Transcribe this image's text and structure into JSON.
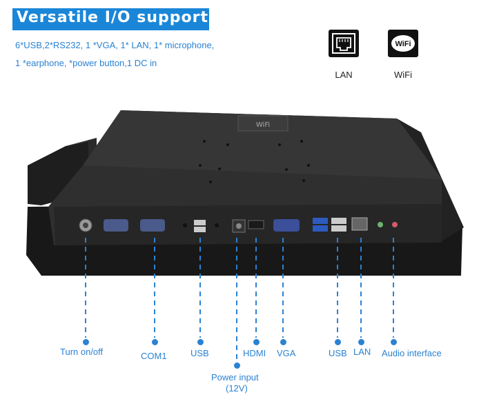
{
  "header": {
    "title": "Versatile I/O support",
    "desc_line1": "6*USB,2*RS232, 1 *VGA, 1* LAN, 1* microphone,",
    "desc_line2": "1 *earphone, *power button,1 DC in"
  },
  "badges": {
    "lan_label": "LAN",
    "wifi_label": "WiFi",
    "wifi_text": "WiFi"
  },
  "device": {
    "wifi_plate": "WiFi"
  },
  "ports": {
    "power_button": "Turn on/off",
    "com": "COM1",
    "usb_left": "USB",
    "power_input_1": "Power input",
    "power_input_2": "(12V)",
    "hdmi": "HDMI",
    "vga": "VGA",
    "usb_right": "USB",
    "lan": "LAN",
    "audio": "Audio interface"
  },
  "colors": {
    "accent": "#2a82d2",
    "banner": "#1a86d8",
    "device": "#2b2b2b"
  }
}
